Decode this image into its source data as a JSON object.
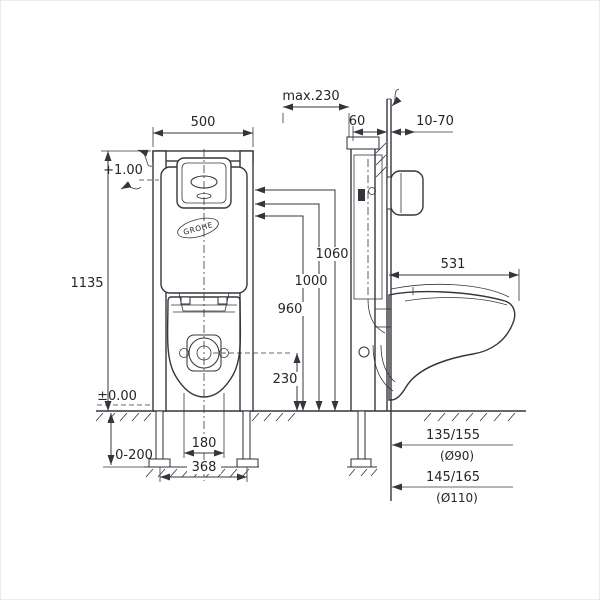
{
  "colors": {
    "ink": "#33373d",
    "background": "#ffffff"
  },
  "front_view": {
    "width": "500",
    "height": "1135",
    "level_top": "+1.00",
    "level_floor": "±0.00",
    "foot_adjustment": "0-200",
    "bolt_spacing": "180",
    "foot_spacing": "368",
    "outlet_height": "230",
    "plate_height_low": "960",
    "plate_height_mid": "1000",
    "plate_height_high": "1060",
    "brand": "GROHE"
  },
  "side_view": {
    "frame_depth": "max.230",
    "front_offset": "60",
    "plate_mounting_depth": "10-70",
    "bowl_depth": "531",
    "drain_height_d90": "135/155",
    "drain_d90": "(Ø90)",
    "drain_height_d110": "145/165",
    "drain_d110": "(Ø110)"
  }
}
